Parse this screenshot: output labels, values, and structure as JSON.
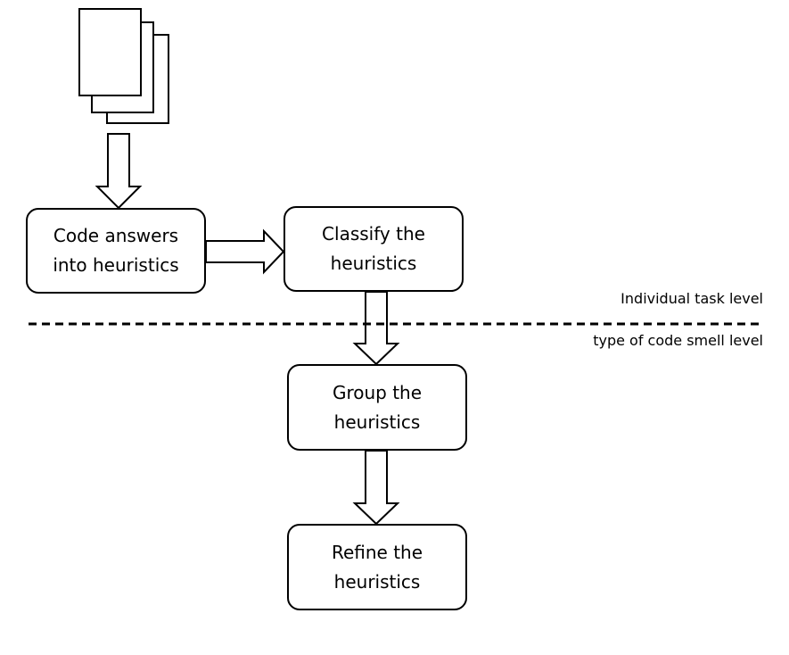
{
  "diagram": {
    "nodes": [
      {
        "id": "code",
        "lines": [
          "Code answers",
          "into heuristics"
        ]
      },
      {
        "id": "classify",
        "lines": [
          "Classify the",
          "heuristics"
        ]
      },
      {
        "id": "group",
        "lines": [
          "Group the",
          "heuristics"
        ]
      },
      {
        "id": "refine",
        "lines": [
          "Refine the",
          "heuristics"
        ]
      }
    ],
    "edges": [
      {
        "from": "documents",
        "to": "code"
      },
      {
        "from": "code",
        "to": "classify"
      },
      {
        "from": "classify",
        "to": "group"
      },
      {
        "from": "group",
        "to": "refine"
      }
    ],
    "levels": {
      "upper": "Individual task level",
      "lower": "type of code smell level"
    },
    "documents_icon": "stacked-documents-icon",
    "colors": {
      "stroke": "#000000",
      "fill": "#ffffff"
    }
  }
}
